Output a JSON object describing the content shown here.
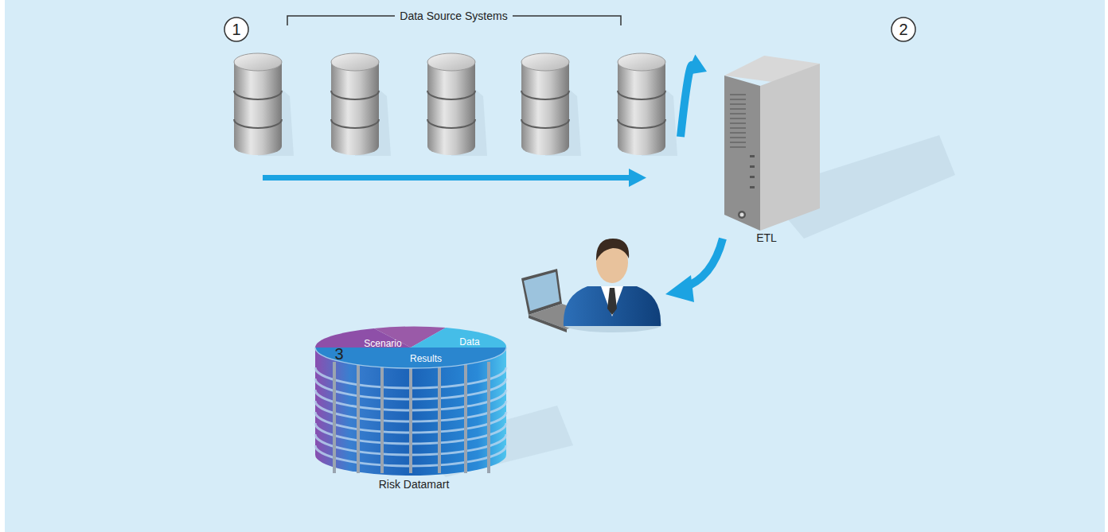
{
  "diagram": {
    "nodes": [
      {
        "text": [
          "Data Source Systems"
        ]
      },
      {
        "text": [
          "ETL"
        ]
      },
      {
        "text": [
          "Scenario",
          "Data",
          "Results",
          "Risk Datamart"
        ]
      }
    ],
    "edges": [
      {
        "from": 0,
        "to": 1,
        "arrow": "to"
      }
    ],
    "labels": [
      "1",
      "2",
      "3"
    ]
  }
}
